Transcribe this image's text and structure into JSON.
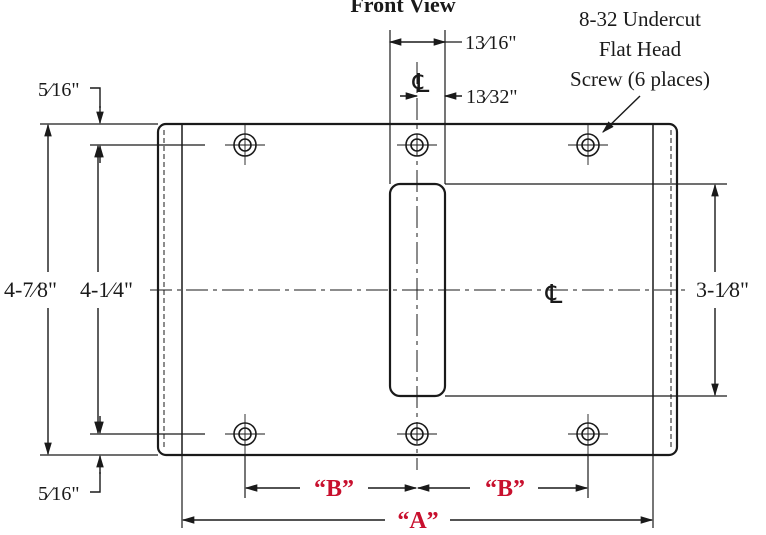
{
  "view_title": "Front View",
  "screw_note": {
    "line1": "8-32 Undercut",
    "line2": "Flat Head",
    "line3": "Screw (6 places)"
  },
  "centerline_symbol": "℄",
  "dimensions": {
    "top_offset": "5⁄16\"",
    "bottom_offset": "5⁄16\"",
    "slot_width": "13⁄16\"",
    "slot_offset": "13⁄32\"",
    "overall_height": "4-7⁄8\"",
    "hole_spacing": "4-1⁄4\"",
    "slot_height": "3-1⁄8\"",
    "b_left": "“B”",
    "b_right": "“B”",
    "a_overall": "“A”"
  },
  "colors": {
    "line": "#1a1a1a",
    "callout": "#c8102e"
  }
}
